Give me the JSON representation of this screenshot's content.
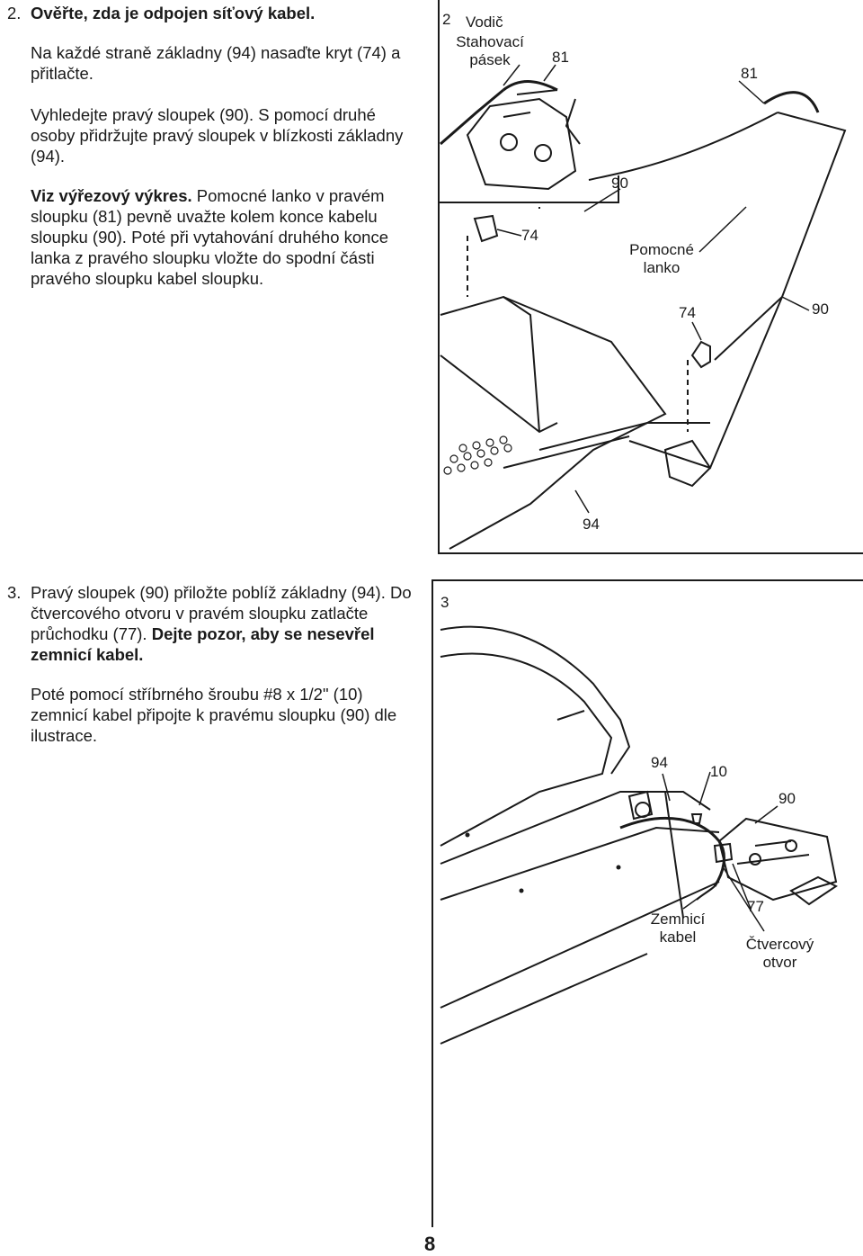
{
  "step2": {
    "number": "2.",
    "heading": "Ověřte, zda je odpojen síťový kabel.",
    "p1": "Na každé straně základny (94) nasaďte kryt (74) a přitlačte.",
    "p2": "Vyhledejte pravý sloupek (90). S pomocí druhé osoby přidržujte pravý sloupek v blízkosti základny (94).",
    "p3_bold": "Viz výřezový výkres.",
    "p3_rest": " Pomocné lanko v pravém sloupku (81) pevně uvažte kolem konce kabelu sloupku (90). Poté při vytahování druhého konce lanka z pravého sloupku vložte do spodní části pravého sloupku kabel sloupku."
  },
  "figure2": {
    "number": "2",
    "labels": {
      "vodic": "Vodič",
      "stahovaci_pasek": "Stahovací pásek",
      "n81a": "81",
      "n81b": "81",
      "n90a": "90",
      "n74a": "74",
      "pomocne_lanko": "Pomocné lanko",
      "n74b": "74",
      "n90b": "90",
      "n94": "94"
    }
  },
  "step3": {
    "number": "3.",
    "p1_plain": "Pravý sloupek (90) přiložte poblíž základny (94). Do čtvercového otvoru v pravém sloupku zatlačte průchodku (77). ",
    "p1_bold": "Dejte pozor, aby se nesevřel zemnicí kabel.",
    "p2": "Poté pomocí stříbrného šroubu #8 x 1/2\" (10) zemnicí kabel připojte k pravému sloupku (90) dle ilustrace."
  },
  "figure3": {
    "number": "3",
    "labels": {
      "n94": "94",
      "n10": "10",
      "n90": "90",
      "zemnici_kabel": "Zemnicí kabel",
      "n77": "77",
      "ctvercovy_otvor": "Čtvercový otvor"
    }
  },
  "page_number": "8"
}
